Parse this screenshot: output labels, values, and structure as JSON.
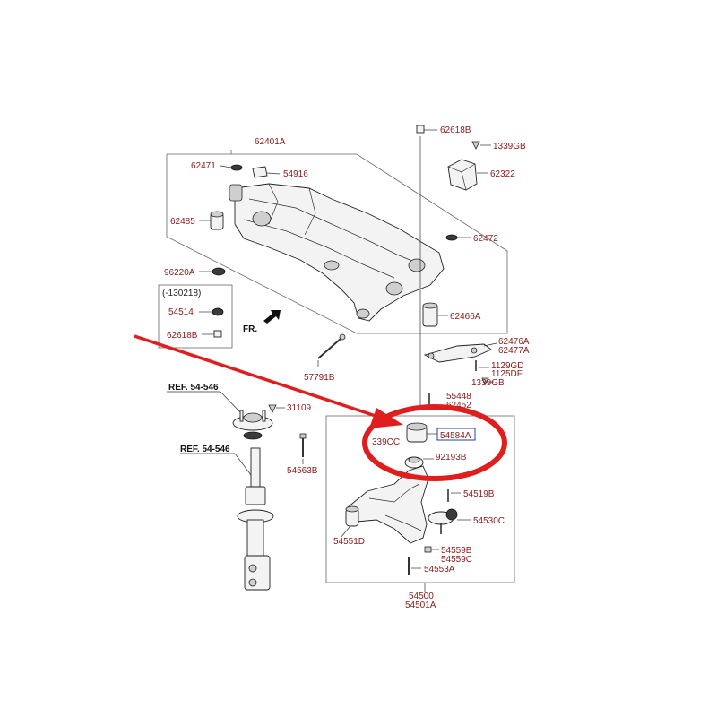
{
  "labels": {
    "p_62401A": "62401A",
    "p_62471": "62471",
    "p_54916": "54916",
    "p_62485": "62485",
    "p_96220A": "96220A",
    "p_range": "(-130218)",
    "p_54514": "54514",
    "p_62618B_box": "62618B",
    "p_62618B_top": "62618B",
    "p_1339GB_top": "1339GB",
    "p_62322": "62322",
    "p_62472": "62472",
    "p_62466A": "62466A",
    "p_62476A": "62476A",
    "p_62477A": "62477A",
    "p_1129GD": "1129GD",
    "p_1125DF": "1125DF",
    "p_1339GB_mid": "1339GB",
    "p_57791B": "57791B",
    "p_55448": "55448",
    "p_62452": "62452",
    "p_31109": "31109",
    "p_54563B": "54563B",
    "p_339CC": "339CC",
    "p_54584A": "54584A",
    "p_92193B": "92193B",
    "p_54519B": "54519B",
    "p_54530C": "54530C",
    "p_54551D": "54551D",
    "p_54559B": "54559B",
    "p_54559C": "54559C",
    "p_54553A": "54553A",
    "p_54500": "54500",
    "p_54501A": "54501A",
    "ref_1": "REF. 54-546",
    "ref_2": "REF. 54-546",
    "fr": "FR."
  },
  "colors": {
    "part_number": "#8a1a1a",
    "highlight": "#e01e1e",
    "highlight_box": "#1f3fa8"
  },
  "icons": {
    "front_arrow": "front-direction-arrow",
    "annotation_arrow": "red-pointer-arrow",
    "highlight_ring": "red-highlight-ellipse"
  }
}
